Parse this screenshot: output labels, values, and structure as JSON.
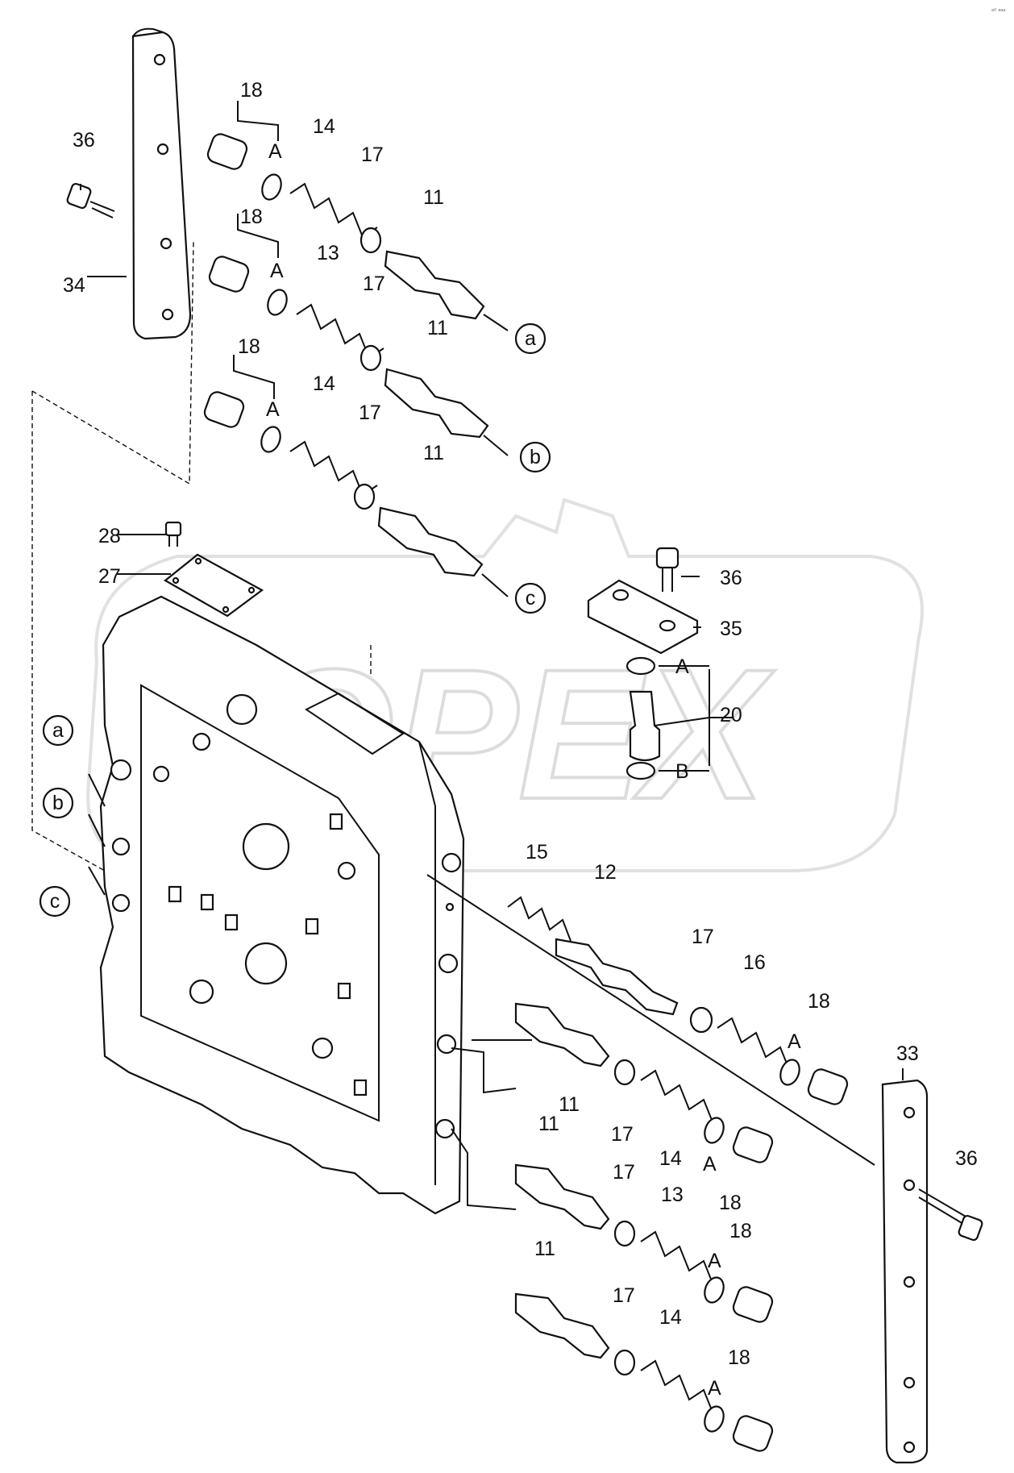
{
  "watermark": "OPEX",
  "corner_mark": "ᵃ⁰ ᵃᵃᵃ",
  "callouts": {
    "n36": "36",
    "n34": "34",
    "n33": "33",
    "n35": "35",
    "n28": "28",
    "n27": "27",
    "n20": "20",
    "n18": "18",
    "n14": "14",
    "n13": "13",
    "n17": "17",
    "n11": "11",
    "n12": "12",
    "n15": "15",
    "n16": "16",
    "A": "A",
    "B": "B",
    "a": "a",
    "b": "b",
    "c": "c"
  }
}
